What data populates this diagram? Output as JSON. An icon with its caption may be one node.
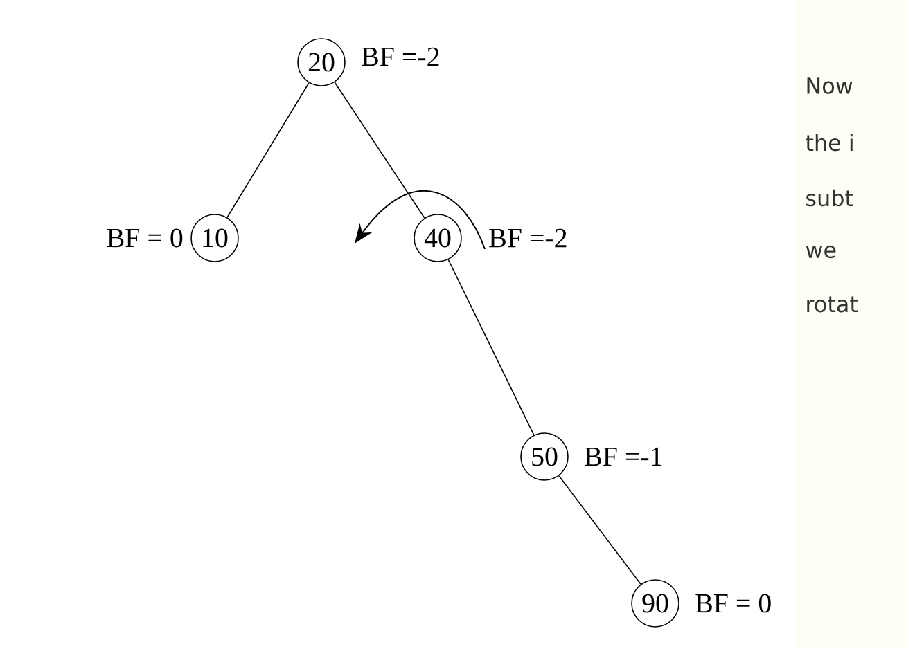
{
  "diagram": {
    "nodes": [
      {
        "text": [
          "20"
        ],
        "beside": [
          "BF =-2"
        ]
      },
      {
        "text": [
          "10"
        ],
        "beside": [
          "BF = 0"
        ]
      },
      {
        "text": [
          "40"
        ],
        "beside": [
          "BF =-2"
        ]
      },
      {
        "text": [
          "50"
        ],
        "beside": [
          "BF =-1"
        ]
      },
      {
        "text": [
          "90"
        ],
        "beside": [
          "BF = 0"
        ]
      }
    ],
    "edges": [
      {
        "from": 0,
        "to": 1,
        "arrow": "none"
      },
      {
        "from": 0,
        "to": 2,
        "arrow": "none"
      },
      {
        "from": 2,
        "to": 3,
        "arrow": "none"
      },
      {
        "from": 3,
        "to": 4,
        "arrow": "none"
      }
    ],
    "labels": [
      "Now",
      "the i",
      "subt",
      "we",
      "rotat"
    ]
  }
}
